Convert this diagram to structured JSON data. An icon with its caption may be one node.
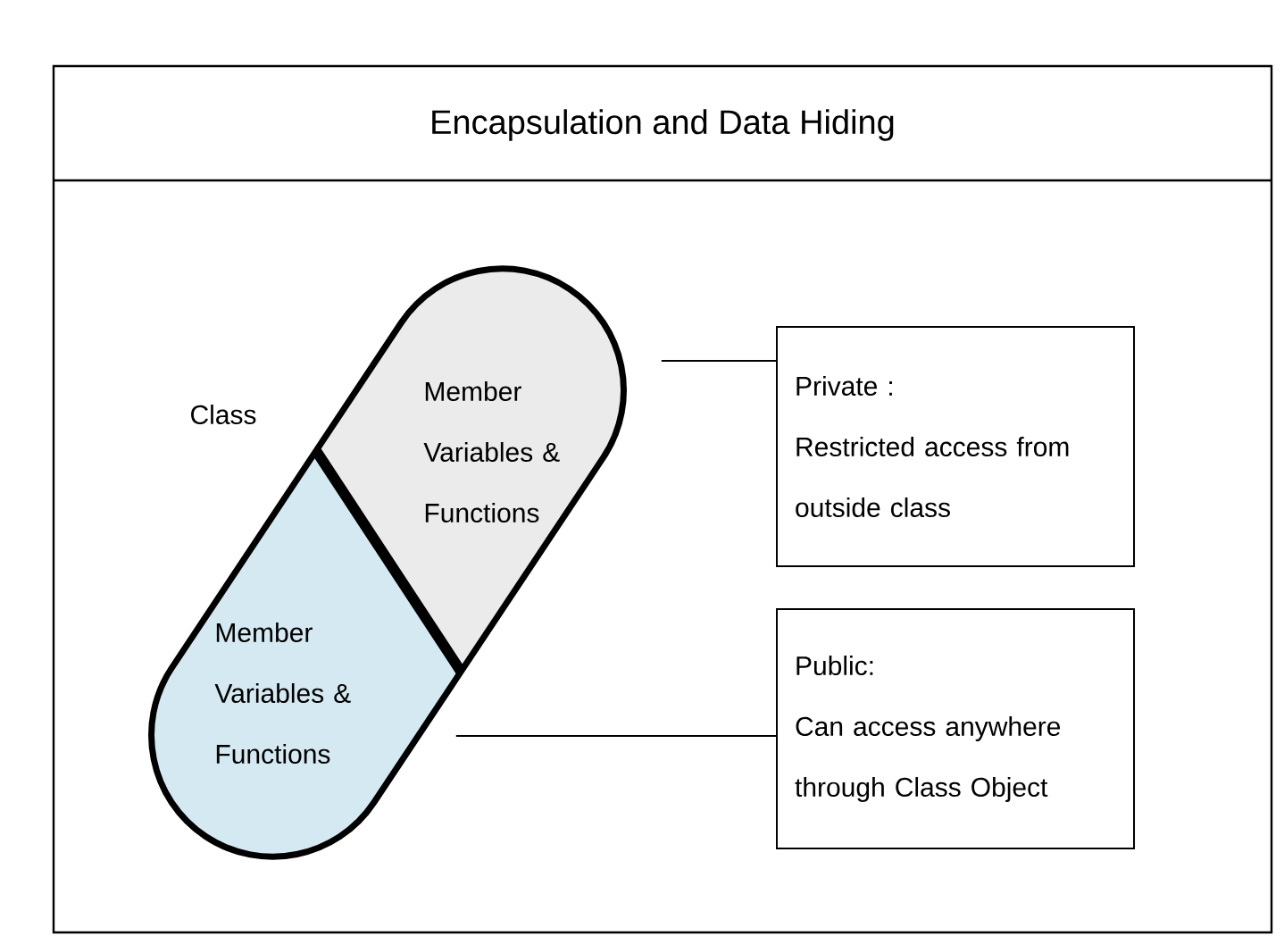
{
  "diagram": {
    "title": "Encapsulation and Data Hiding",
    "nodes": [
      {
        "text": [
          "Member Variables & Functions"
        ]
      },
      {
        "text": [
          "Member Variables & Functions"
        ]
      },
      {
        "text": [
          "Private :",
          "Restricted access from outside class"
        ]
      },
      {
        "text": [
          "Public:",
          "Can access anywhere through Class Object"
        ]
      }
    ],
    "edges": [
      {
        "from": 0,
        "to": 2,
        "arrow": "none"
      },
      {
        "from": 1,
        "to": 3,
        "arrow": "none"
      }
    ],
    "labels": [
      "Class"
    ]
  }
}
